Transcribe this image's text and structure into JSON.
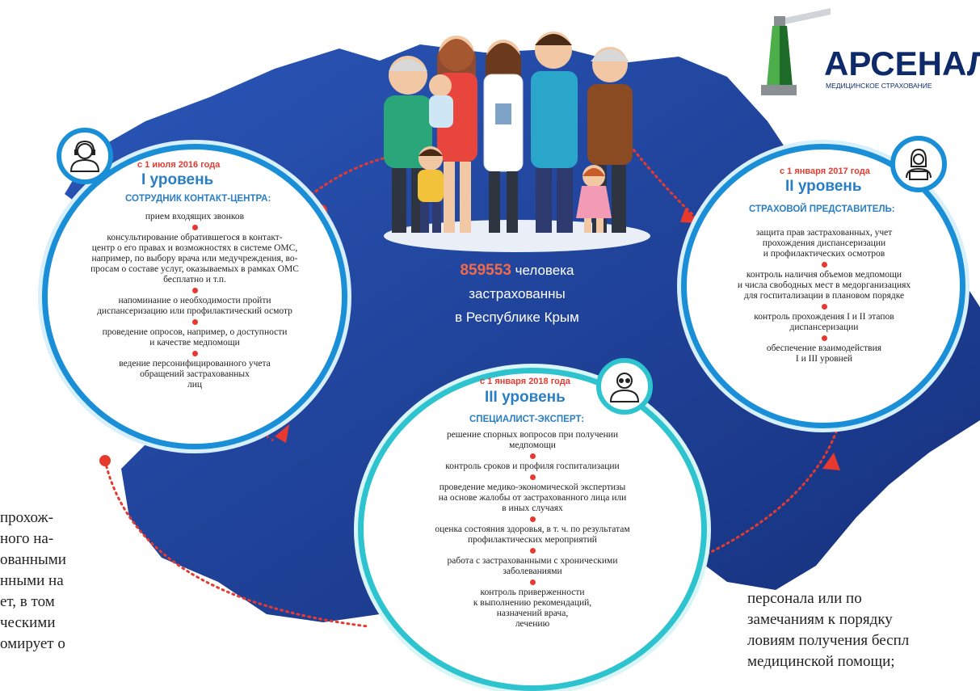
{
  "logo": {
    "title": "АРСЕНАЛ",
    "subtitle": "МЕДИЦИНСКОЕ СТРАХОВАНИЕ",
    "colors": {
      "navy": "#0f2a6b",
      "green": "#4cae4a",
      "gray": "#8a8f94"
    }
  },
  "center": {
    "number": "859553",
    "line1": "человека",
    "line2": "застрахованны",
    "line3": "в Республике Крым"
  },
  "level1": {
    "date": "с 1 июля 2016 года",
    "title": "I уровень",
    "role": "СОТРУДНИК КОНТАКТ-ЦЕНТРА:",
    "icon": "operator-headset-icon",
    "items": [
      [
        "прием входящих звонков"
      ],
      [
        "консультирование обратившегося в контакт-",
        "центр о его правах и возможностях в системе ОМС,",
        "например, по выбору врача или медучреждения, во-",
        "просам о составе услуг, оказываемых  в рамках ОМС",
        "бесплатно и т.п."
      ],
      [
        "напоминание о необходимости пройти",
        "диспансеризацию или профилактический осмотр"
      ],
      [
        "проведение опросов, например, о доступности",
        "и качестве медпомощи"
      ],
      [
        "ведение персонифицированного учета",
        "обращений застрахованных",
        "лиц"
      ]
    ]
  },
  "level2": {
    "date": "с 1 января 2017 года",
    "title": "II уровень",
    "role": "СТРАХОВОЙ ПРЕДСТАВИТЕЛЬ:",
    "icon": "representative-laptop-icon",
    "items": [
      [
        "защита прав застрахованных, учет",
        "прохождения диспансеризации",
        "и профилактических осмотров"
      ],
      [
        "контроль наличия объемов медпомощи",
        "и числа свободных мест в медорганизациях",
        "для госпитализации в плановом порядке"
      ],
      [
        "контроль прохождения I и II этапов",
        "диспансеризации"
      ],
      [
        "обеспечение взаимодействия",
        "I и III уровней"
      ]
    ]
  },
  "level3": {
    "date": "с 1 января 2018 года",
    "title": "III уровень",
    "role": "СПЕЦИАЛИСТ-ЭКСПЕРТ:",
    "icon": "expert-glasses-icon",
    "items": [
      [
        "решение спорных вопросов при получении",
        "медпомощи"
      ],
      [
        "контроль сроков и профиля госпитализации"
      ],
      [
        "проведение медико-экономической экспертизы",
        "на основе жалобы от застрахованного лица или",
        "в иных случаях"
      ],
      [
        "оценка состояния здоровья, в т. ч. по результатам",
        "профилактических мероприятий"
      ],
      [
        "работа с застрахованными с хроническими",
        "заболеваниями"
      ],
      [
        "контроль приверженности",
        "к выполнению рекомендаций,",
        "назначений врача,",
        "лечению"
      ]
    ]
  },
  "body_left": [
    "прохож-",
    "ного на-",
    "ованными",
    "нными на",
    "ет, в том",
    "ческими",
    "омирует о"
  ],
  "body_right": [
    "персонала или по",
    "замечаниям к порядку",
    "ловиям получения беспл",
    "медицинской помощи;"
  ],
  "colors": {
    "map": "#1f3f97",
    "ring": "#1a8fd8",
    "ring3": "#2ec4cf",
    "accent": "#e8392f"
  }
}
